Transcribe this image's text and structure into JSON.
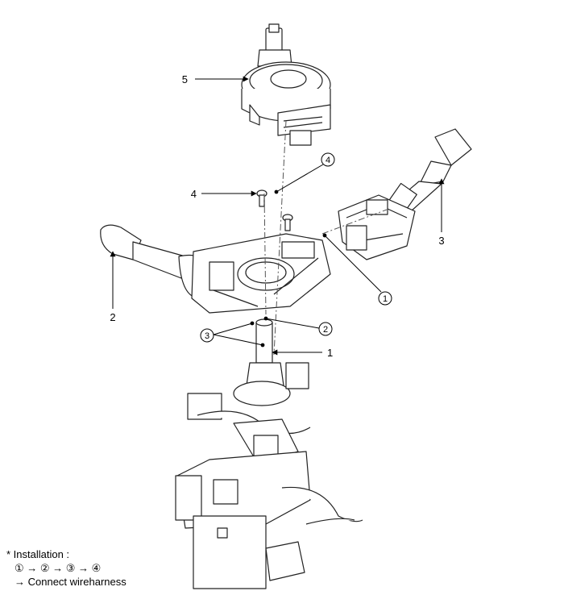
{
  "callouts": {
    "n1": "1",
    "n2": "2",
    "n3": "3",
    "n4": "4",
    "n5": "5",
    "c1": "1",
    "c2": "2",
    "c3": "3",
    "c4": "4"
  },
  "notes": {
    "title": "* Installation :",
    "sequence": "① → ② → ③ → ④",
    "final": "→ Connect wireharness"
  }
}
